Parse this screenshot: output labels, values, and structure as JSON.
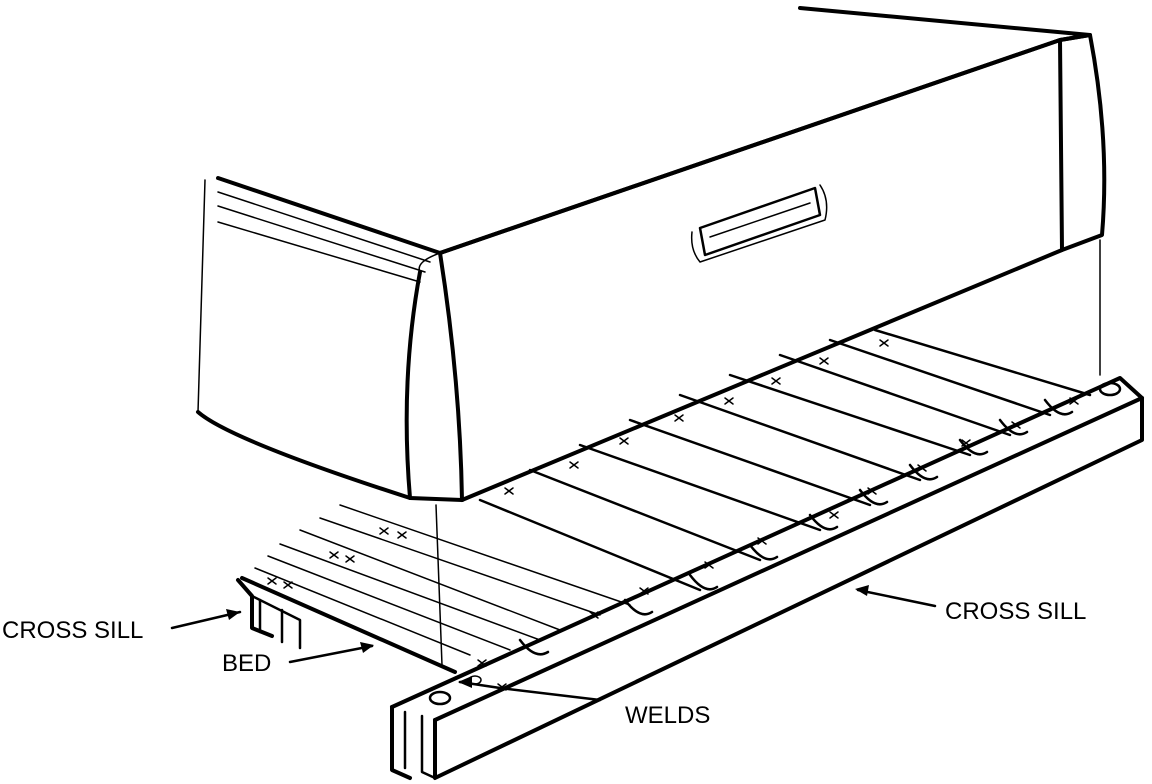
{
  "labels": {
    "cross_sill_left": "CROSS SILL",
    "bed": "BED",
    "welds": "WELDS",
    "cross_sill_right": "CROSS SILL"
  },
  "colors": {
    "ink": "#000000",
    "paper": "#ffffff"
  }
}
